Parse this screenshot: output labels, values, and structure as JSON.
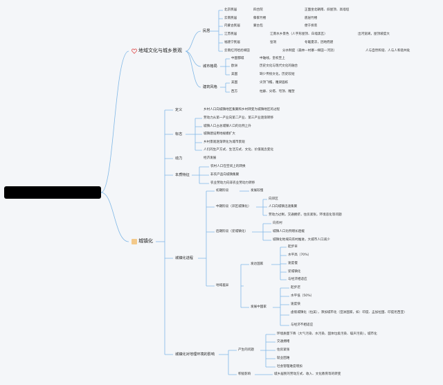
{
  "colors": {
    "line": "#7fb7e6",
    "background": "#f4f6f9",
    "root": "#000000"
  },
  "icons": {
    "culture_icon": "heart-icon",
    "urban_icon": "square-icon"
  },
  "branches": {
    "culture": {
      "label": "地域文化与城乡景观",
      "minju": {
        "label": "民居",
        "items": [
          {
            "name": "北京民居",
            "type": "四合院",
            "desc": "正面坐北朝南、斜屋顶、高墙垣"
          },
          {
            "name": "云南民居",
            "type": "傣家竹楼",
            "desc": "底层竹楼"
          },
          {
            "name": "内蒙古民居",
            "type": "蒙古包",
            "desc": "便于拆装"
          },
          {
            "name": "江苏民居",
            "type": "江南水乡景色（人字形屋顶、白墙黑瓦）",
            "desc": "出河宽阔，屋顶坡度大"
          },
          {
            "name": "福建宁民居",
            "type": "窑洞",
            "desc": "冬暖夏凉，因地而建"
          },
          {
            "name": "云南红河哈尼梯田",
            "type": "分水制度（森林—村寨—梯田—河流）",
            "desc": "人与自然和谐、人与人和谐共处"
          }
        ]
      },
      "city": {
        "label": "城市格局",
        "items": [
          {
            "name": "中国都城",
            "desc": "中轴线，皇权至上"
          },
          {
            "name": "欧洲",
            "desc": "历史文化与现代文化的融合"
          },
          {
            "name": "美国",
            "desc": "缺少传统文化，历史较短"
          }
        ]
      },
      "arch": {
        "label": "建筑风格",
        "items": [
          {
            "name": "美国",
            "desc": "尖顶飞檐，雕梁画栋"
          },
          {
            "name": "西方",
            "desc": "柱廊、尖塔、穹顶、雕塑"
          }
        ]
      }
    },
    "urban": {
      "label": "城镇化",
      "definition": {
        "label": "定义",
        "text": "乡村人口向城镇地区集聚和乡村转变为城镇地区的过程"
      },
      "indicator": {
        "label": "标志",
        "items": [
          "劳动力从第一产业向第二产业、第三产业逐渐转移",
          "城镇人口占总城镇人口的比例上升",
          "城镇建设用地规模扩大",
          "乡村景观逐渐转化为城市景观",
          "人们的生产方式、生活方式、文化、价值观念变化"
        ]
      },
      "power": {
        "label": "动力",
        "text": "经济发展"
      },
      "essence": {
        "label": "本质特征",
        "items": [
          "农村人口在空间上的转换",
          "非农产品向城镇集聚",
          "农业劳动力向非农业劳动力转移"
        ]
      },
      "process": {
        "label": "城镇化进程",
        "initial": {
          "label": "初期阶段",
          "text": "发展较慢"
        },
        "middle": {
          "label": "中期阶段（郊区城镇化）",
          "items": [
            "向郊区",
            "人口向城镇迅速集聚",
            "劳动力过剩，交通拥挤，住房紧张，环境恶化等问题"
          ]
        },
        "late": {
          "label": "后期阶段（逆城镇化）",
          "items": [
            "向农村",
            "城镇人口比例增长趋缓",
            "城镇化地域向农村推进，大城市人口减少"
          ]
        },
        "difference": {
          "label": "地域差异",
          "developed": {
            "label": "发达国家",
            "items": [
              "起步早",
              "水平高（70%）",
              "速度慢",
              "逆城镇化",
              "与经济相适应"
            ]
          },
          "developing": {
            "label": "发展中国家",
            "items": [
              "起步迟",
              "水平低（50%）",
              "速度快",
              "虚假城镇化（拉美），添加城市化（亚洲国家，如：印度、孟加拉国、印度尼西亚）",
              "与经济不相适应"
            ]
          }
        }
      },
      "impact": {
        "label": "城镇化对地理环境的影响",
        "problems": {
          "label": "产生的问题",
          "items": [
            "环境质量下降（大气污染、水污染、固体垃圾污染、噪声污染），城市化",
            "交通拥堵",
            "住房紧张",
            "就业困难",
            "社会管理难度增加"
          ]
        },
        "positive": {
          "label": "积极影响",
          "text": "城乡居民的劳动方式、收入、文化教育等的转变"
        }
      }
    }
  }
}
